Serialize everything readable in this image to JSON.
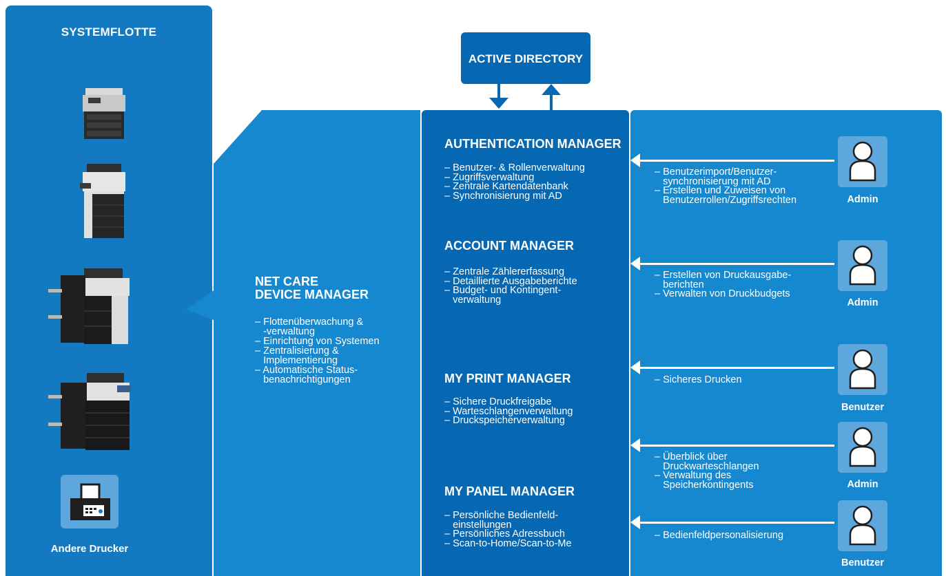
{
  "fleet": {
    "title": "SYSTEMFLOTTE",
    "other_label": "Andere Drucker"
  },
  "netcare": {
    "title_line1": "NET CARE",
    "title_line2": "DEVICE MANAGER",
    "items": [
      "– Flottenüberwachung &",
      "   -verwaltung",
      "– Einrichtung von Systemen",
      "– Zentralisierung &",
      "   Implementierung",
      "– Automatische Status-",
      "   benachrichtigungen"
    ]
  },
  "ad": {
    "label": "ACTIVE DIRECTORY"
  },
  "managers": [
    {
      "title": "AUTHENTICATION MANAGER",
      "items": [
        "– Benutzer- & Rollenverwaltung",
        "– Zugriffsverwaltung",
        "– Zentrale Kartendatenbank",
        "– Synchronisierung mit AD"
      ]
    },
    {
      "title": "ACCOUNT MANAGER",
      "items": [
        "– Zentrale Zählererfassung",
        "– Detaillierte Ausgabeberichte",
        "– Budget- und Kontingent-",
        "   verwaltung"
      ]
    },
    {
      "title": "MY PRINT MANAGER",
      "items": [
        "– Sichere Druckfreigabe",
        "– Warteschlangenverwaltung",
        "– Druckspeicherverwaltung"
      ]
    },
    {
      "title": "MY PANEL MANAGER",
      "items": [
        "– Persönliche Bedienfeld-",
        "   einstellungen",
        "– Persönliches Adressbuch",
        "– Scan-to-Home/Scan-to-Me"
      ]
    }
  ],
  "users": [
    {
      "role": "Admin",
      "items": [
        "– Benutzerimport/Benutzer-",
        "   synchronisierung mit AD",
        "– Erstellen und Zuweisen von",
        "   Benutzerrollen/Zugriffsrechten"
      ]
    },
    {
      "role": "Admin",
      "items": [
        "– Erstellen von Druckausgabe-",
        "   berichten",
        "– Verwalten von Druckbudgets"
      ]
    },
    {
      "role": "Benutzer",
      "items": [
        "– Sicheres Drucken"
      ]
    },
    {
      "role": "Admin",
      "items": [
        "– Überblick über",
        "   Druckwarteschlangen",
        "– Verwaltung des",
        "   Speicherkontingents"
      ]
    },
    {
      "role": "Benutzer",
      "items": [
        "– Bedienfeldpersonalisierung"
      ]
    }
  ],
  "colors": {
    "fleet_panel": "#1379c0",
    "netcare_panel": "#1688d0",
    "manager_panel": "#0667b2",
    "users_panel": "#1688d0",
    "icon_box": "#5ea7dc",
    "text": "#ffffff"
  },
  "icons": {
    "device": "printer-icon",
    "other": "fax-printer-icon",
    "user": "user-silhouette-icon",
    "arrow": "arrow-left-icon"
  }
}
